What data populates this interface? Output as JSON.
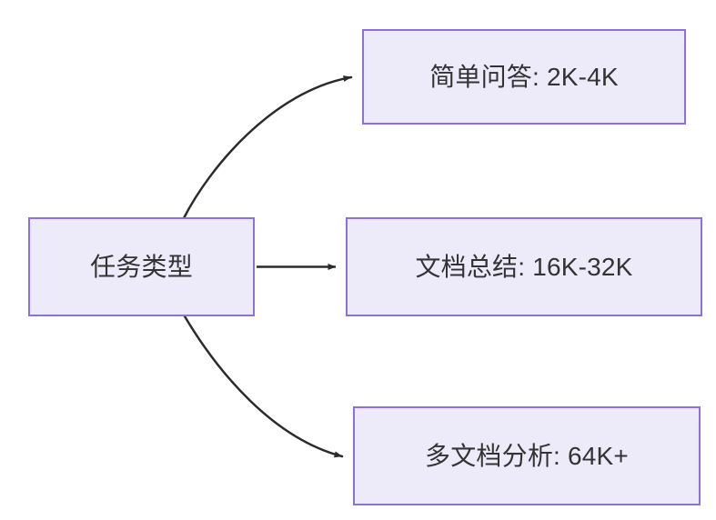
{
  "diagram": {
    "type": "flowchart",
    "orientation": "left-to-right",
    "background_color": "#ffffff",
    "node_fill_color": "#edeafa",
    "node_border_color": "#8b71d9",
    "node_text_color": "#333333",
    "edge_color": "#2b2b2b",
    "root": {
      "id": "root",
      "label": "任务类型"
    },
    "branches": [
      {
        "id": "simple-qa",
        "label": "简单问答: 2K-4K",
        "task": "简单问答",
        "context_range": "2K-4K"
      },
      {
        "id": "doc-sum",
        "label": "文档总结: 16K-32K",
        "task": "文档总结",
        "context_range": "16K-32K"
      },
      {
        "id": "multi-doc",
        "label": "多文档分析: 64K+",
        "task": "多文档分析",
        "context_range": "64K+"
      }
    ],
    "edges": [
      {
        "id": "edge-root-simple-qa",
        "from": "任务类型",
        "to": "简单问答: 2K-4K",
        "style": "curved-arrow"
      },
      {
        "id": "edge-root-doc-sum",
        "from": "任务类型",
        "to": "文档总结: 16K-32K",
        "style": "straight-arrow"
      },
      {
        "id": "edge-root-multi-doc",
        "from": "任务类型",
        "to": "多文档分析: 64K+",
        "style": "curved-arrow"
      }
    ]
  }
}
